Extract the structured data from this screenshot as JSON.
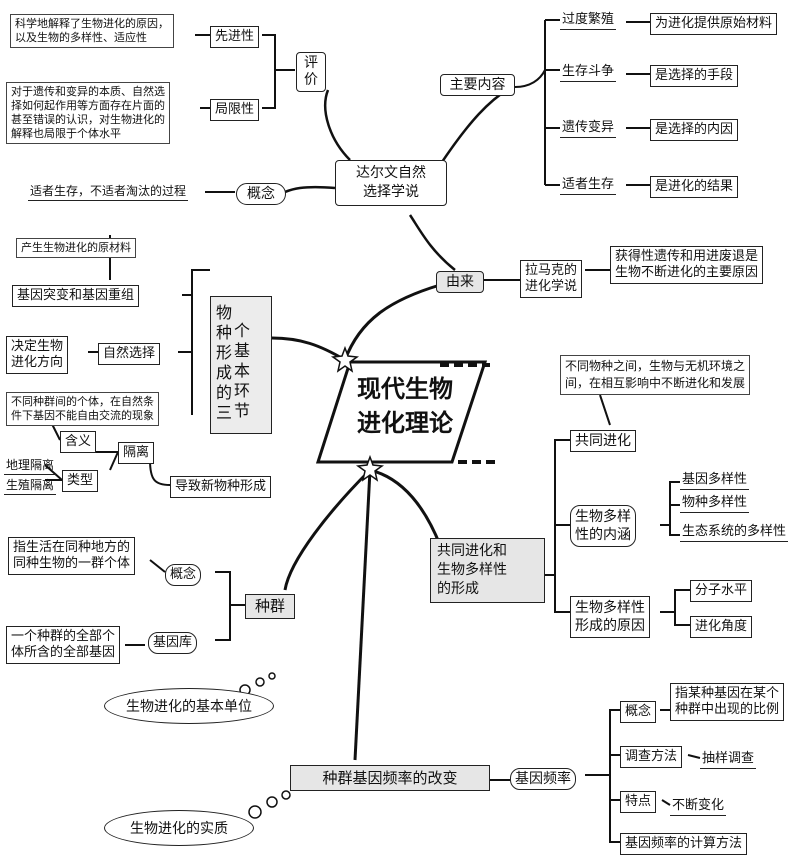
{
  "center": {
    "line1": "现代生物",
    "line2": "进化理论"
  },
  "darwin": {
    "title_line1": "达尔文自然",
    "title_line2": "选择学说",
    "main_content": {
      "label": "主要内容",
      "items": [
        {
          "cause": "过度繁殖",
          "effect": "为进化提供原始材料"
        },
        {
          "cause": "生存斗争",
          "effect": "是选择的手段"
        },
        {
          "cause": "遗传变异",
          "effect": "是选择的内因"
        },
        {
          "cause": "适者生存",
          "effect": "是进化的结果"
        }
      ]
    },
    "evaluation": {
      "label_line1": "评",
      "label_line2": "价",
      "advanced_label": "先进性",
      "advanced_note_line1": "科学地解释了生物进化的原因，",
      "advanced_note_line2": "以及生物的多样性、适应性",
      "limit_label": "局限性",
      "limit_note": [
        "对于遗传和变异的本质、自然选",
        "择如何起作用等方面存在片面的",
        "甚至错误的认识，对生物进化的",
        "解释也局限于个体水平"
      ]
    },
    "concept": {
      "label": "概念",
      "note": "适者生存，不适者淘汰的过程"
    }
  },
  "origin": {
    "label": "由来",
    "lamarck_line1": "拉马克的",
    "lamarck_line2": "进化学说",
    "lamarck_note_line1": "获得性遗传和用进废退是",
    "lamarck_note_line2": "生物不断进化的主要原因"
  },
  "speciation": {
    "title_cols": [
      "物种形成的三",
      "个基本环节"
    ],
    "mutation": {
      "label": "基因突变和基因重组",
      "note": "产生生物进化的原材料"
    },
    "selection": {
      "label": "自然选择",
      "note_line1": "决定生物",
      "note_line2": "进化方向"
    },
    "isolation": {
      "label": "隔离",
      "meaning_label": "含义",
      "meaning_note_line1": "不同种群间的个体，在自然条",
      "meaning_note_line2": "件下基因不能自由交流的现象",
      "type_label": "类型",
      "geo": "地理隔离",
      "repro": "生殖隔离",
      "result": "导致新物种形成"
    }
  },
  "coevolution": {
    "title": [
      "共同进化和",
      "生物多样性",
      "的形成"
    ],
    "co": {
      "label": "共同进化",
      "note": [
        "不同物种之间，生物与无机环境之",
        "间，在相互影响中不断进化和发展"
      ]
    },
    "diversity": {
      "label_line1": "生物多样",
      "label_line2": "性的内涵",
      "items": [
        "基因多样性",
        "物种多样性",
        "生态系统的多样性"
      ]
    },
    "reason": {
      "label_line1": "生物多样性",
      "label_line2": "形成的原因",
      "items": [
        "分子水平",
        "进化角度"
      ]
    }
  },
  "population": {
    "label": "种群",
    "concept_label": "概念",
    "concept_note_line1": "指生活在同种地方的",
    "concept_note_line2": "同种生物的一群个体",
    "genepool_label": "基因库",
    "genepool_note_line1": "一个种群的全部个",
    "genepool_note_line2": "体所含的全部基因",
    "thought": "生物进化的基本单位"
  },
  "frequency": {
    "label": "种群基因频率的改变",
    "thought": "生物进化的实质",
    "gene_freq": {
      "label": "基因频率",
      "concept_label": "概念",
      "concept_note_line1": "指某种基因在某个",
      "concept_note_line2": "种群中出现的比例",
      "survey_label": "调查方法",
      "survey_value": "抽样调查",
      "feature_label": "特点",
      "feature_value": "不断变化",
      "calc_label": "基因频率的计算方法"
    }
  }
}
